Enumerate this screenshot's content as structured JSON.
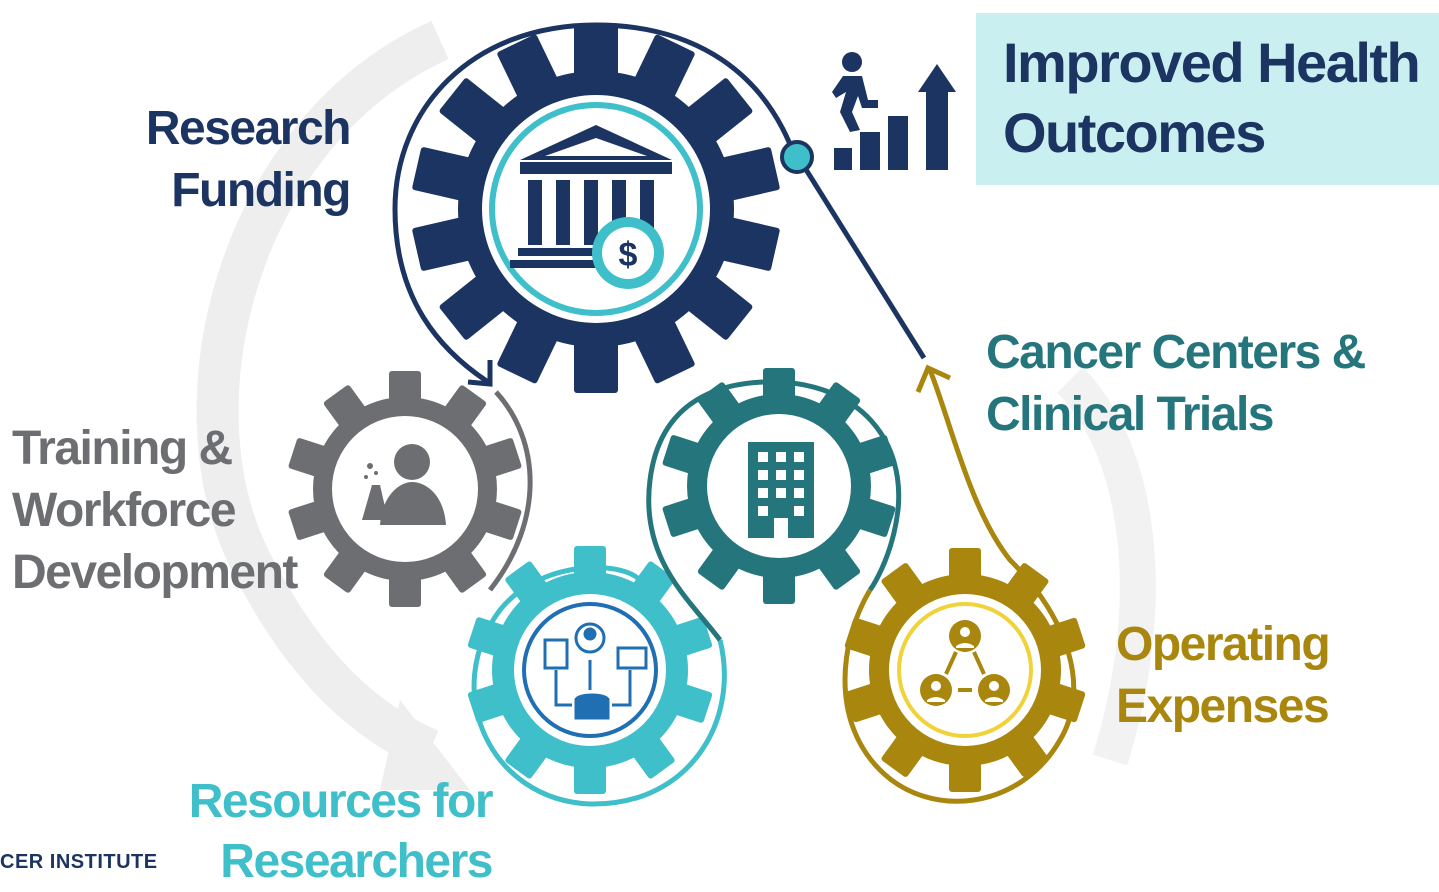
{
  "labels": {
    "research_funding": [
      "Research",
      "Funding"
    ],
    "training": [
      "Training &",
      "Workforce",
      "Development"
    ],
    "resources": [
      "Resources for",
      "Researchers"
    ],
    "cancer_centers": [
      "Cancer Centers &",
      "Clinical Trials"
    ],
    "operating": [
      "Operating",
      "Expenses"
    ],
    "outcome": [
      "Improved Health",
      "Outcomes"
    ]
  },
  "footer": {
    "institute": "CER INSTITUTE"
  },
  "icons": {
    "research_funding": "bank-with-dollar-gear-icon",
    "training": "scientist-with-flask-icon",
    "resources": "data-sharing-network-icon",
    "cancer_centers": "office-building-icon",
    "operating": "people-network-icon",
    "outcome": "person-climbing-bar-chart-icon"
  },
  "colors": {
    "navy": "#1c3461",
    "gray": "#6d6e71",
    "light_teal": "#3fbfc9",
    "dark_teal": "#24767c",
    "gold": "#a9860d",
    "outcome_bg": "#c9eff0"
  }
}
